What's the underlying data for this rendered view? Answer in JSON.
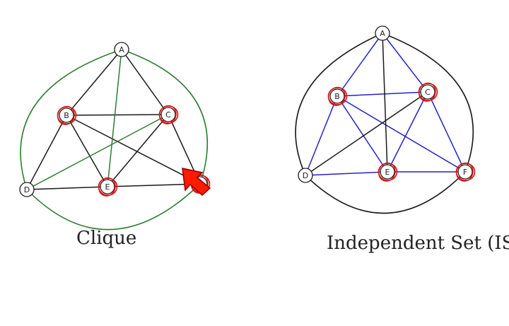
{
  "colors": {
    "ink": "#1a1a1a",
    "green": "#2e7d32",
    "blue": "#2323c8",
    "red": "#e01010",
    "cursor": "#ff1a00"
  },
  "left_graph": {
    "caption": "Clique",
    "nodes": [
      {
        "id": "A",
        "label": "A",
        "highlight": false
      },
      {
        "id": "B",
        "label": "B",
        "highlight": true
      },
      {
        "id": "C",
        "label": "C",
        "highlight": true
      },
      {
        "id": "D",
        "label": "D",
        "highlight": false
      },
      {
        "id": "E",
        "label": "E",
        "highlight": true
      },
      {
        "id": "F",
        "label": "F",
        "highlight": true
      }
    ],
    "edges": [
      [
        "A",
        "B",
        "ink"
      ],
      [
        "A",
        "C",
        "ink"
      ],
      [
        "B",
        "C",
        "ink"
      ],
      [
        "B",
        "D",
        "ink"
      ],
      [
        "B",
        "E",
        "ink"
      ],
      [
        "C",
        "E",
        "ink"
      ],
      [
        "C",
        "F",
        "ink"
      ],
      [
        "B",
        "F",
        "ink"
      ],
      [
        "D",
        "E",
        "ink"
      ],
      [
        "E",
        "F",
        "ink"
      ],
      [
        "A",
        "E",
        "green"
      ],
      [
        "D",
        "C",
        "green"
      ]
    ],
    "arcs": [
      [
        "A",
        "D",
        "green"
      ],
      [
        "A",
        "F",
        "green"
      ],
      [
        "D",
        "F",
        "green"
      ]
    ]
  },
  "right_graph": {
    "caption": "Independent Set (IS)",
    "nodes": [
      {
        "id": "A",
        "label": "A",
        "highlight": false
      },
      {
        "id": "B",
        "label": "B",
        "highlight": true
      },
      {
        "id": "C",
        "label": "C",
        "highlight": true
      },
      {
        "id": "D",
        "label": "D",
        "highlight": false
      },
      {
        "id": "E",
        "label": "E",
        "highlight": true
      },
      {
        "id": "F",
        "label": "F",
        "highlight": true
      }
    ],
    "edges": [
      [
        "A",
        "B",
        "blue"
      ],
      [
        "A",
        "C",
        "blue"
      ],
      [
        "B",
        "C",
        "blue"
      ],
      [
        "B",
        "D",
        "blue"
      ],
      [
        "B",
        "E",
        "blue"
      ],
      [
        "C",
        "E",
        "blue"
      ],
      [
        "C",
        "F",
        "blue"
      ],
      [
        "B",
        "F",
        "blue"
      ],
      [
        "D",
        "E",
        "blue"
      ],
      [
        "E",
        "F",
        "blue"
      ],
      [
        "A",
        "E",
        "ink"
      ],
      [
        "D",
        "C",
        "ink"
      ]
    ],
    "arcs": [
      [
        "A",
        "D",
        "ink"
      ],
      [
        "A",
        "F",
        "ink"
      ],
      [
        "D",
        "F",
        "ink"
      ]
    ]
  }
}
